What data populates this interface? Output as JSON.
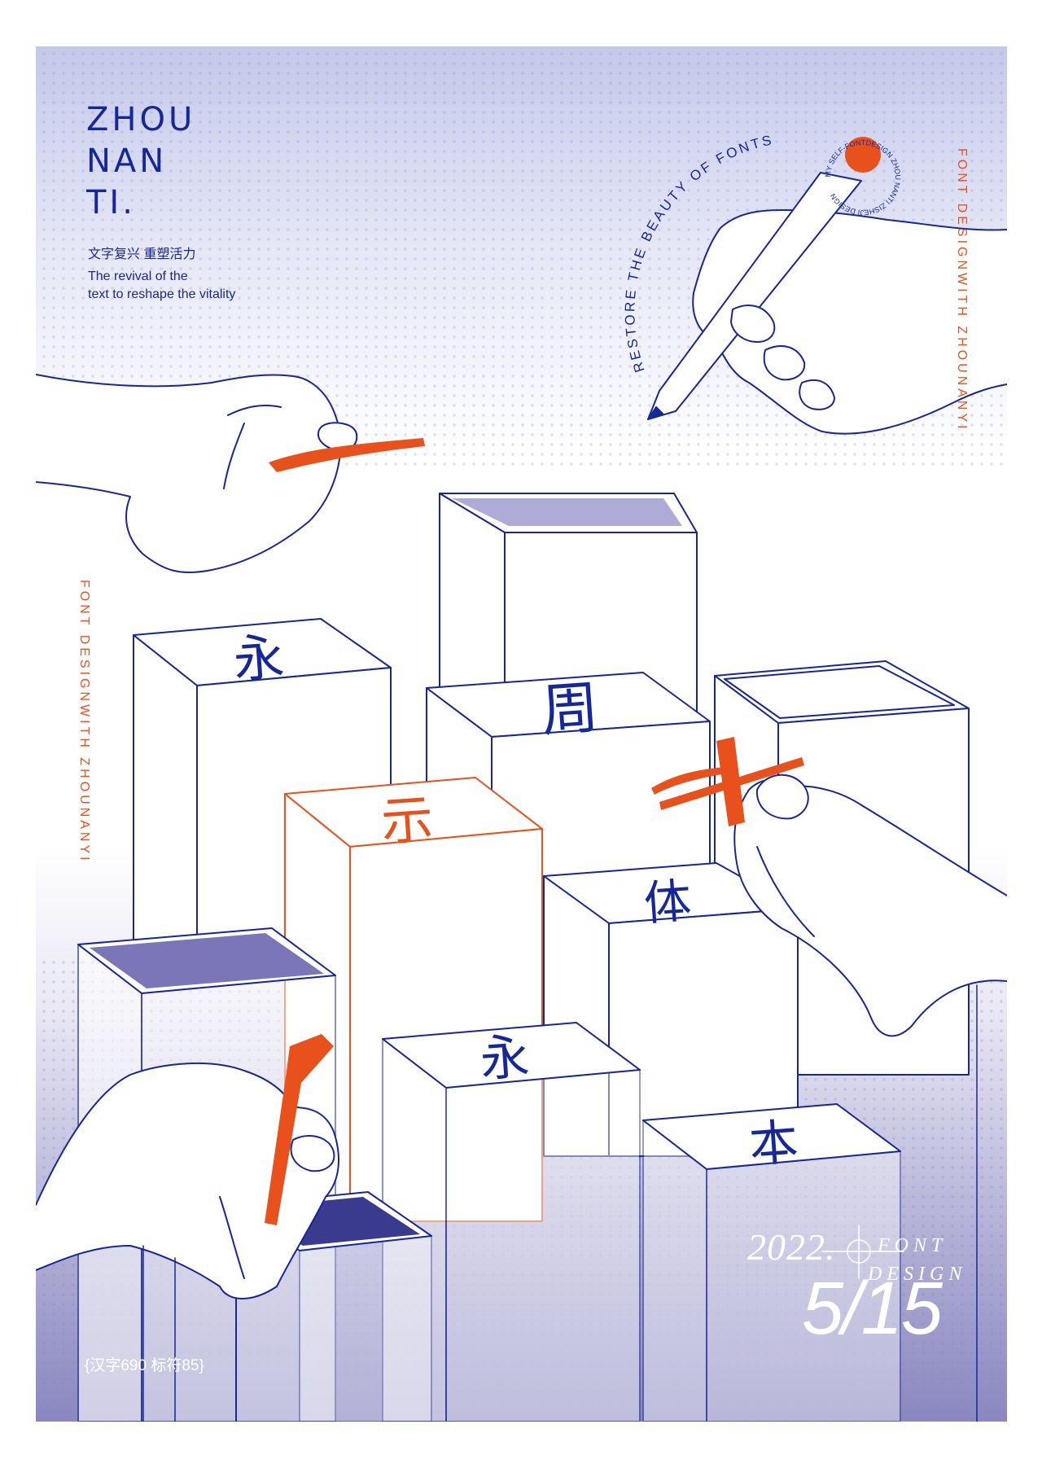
{
  "poster": {
    "title": "ZHOU\nNAN\nTI.",
    "tagline_cn": "文字复兴 重塑活力",
    "tagline_en_line1": "The revival of the",
    "tagline_en_line2": "text to reshape the vitality",
    "arc_text": "RESTORE THE BEAUTY OF FONTS",
    "badge_text": "MY SELF-FONTDESIGN  ZHOU NANTI ZISHEJI DESIGN",
    "vertical_right": "FONT DESIGNWITH ZHOUNANYI",
    "vertical_left": "FONT DESIGNWITH ZHOUNANYI",
    "date_year": "2022.",
    "date_monthday": "5/15",
    "font_label": "FONT",
    "design_label": "DESIGN",
    "count": "{汉字690 标符85}"
  },
  "blocks": {
    "tall_top_glyph": "",
    "left_glyph": "永",
    "zhou_glyph": "周",
    "orange_glyph": "示",
    "right_glyph": "体",
    "middle_glyph": "永",
    "bottom_right_glyph": "本"
  },
  "colors": {
    "navy": "#16279a",
    "orange": "#e8501c",
    "lavender": "#8a87c0",
    "background": "#ffffff"
  }
}
